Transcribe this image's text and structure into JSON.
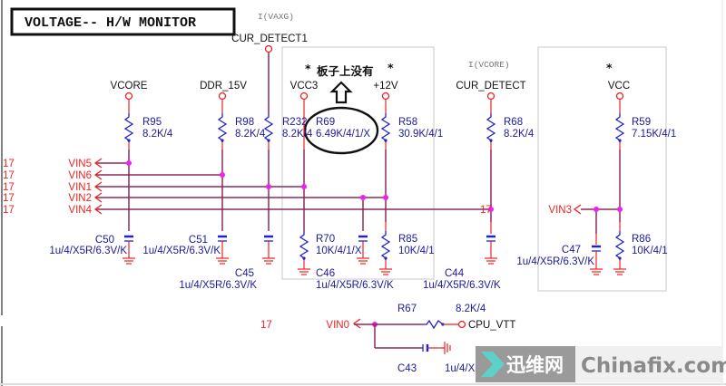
{
  "title": "VOLTAGE-- H/W MONITOR",
  "annotation": {
    "note_cn": "板子上没有",
    "star": "*"
  },
  "current_labels": {
    "vaxg": "I(VAXG)",
    "vcore": "I(VCORE)"
  },
  "power_nets": {
    "vcore": "VCORE",
    "ddr15v": "DDR_15V",
    "cur_detect1": "CUR_DETECT1",
    "vcc3": "VCC3",
    "p12v": "+12V",
    "cur_detect": "CUR_DETECT",
    "vcc": "VCC",
    "cpu_vtt": "CPU_VTT"
  },
  "resistors": {
    "r95": {
      "ref": "R95",
      "value": "8.2K/4"
    },
    "r98": {
      "ref": "R98",
      "value": "8.2K/4"
    },
    "r232": {
      "ref": "R232",
      "value": "8.2K/4"
    },
    "r69": {
      "ref": "R69",
      "value": "6.49K/4/1/X"
    },
    "r58": {
      "ref": "R58",
      "value": "30.9K/4/1"
    },
    "r68": {
      "ref": "R68",
      "value": "8.2K/4"
    },
    "r59": {
      "ref": "R59",
      "value": "7.15K/4/1"
    },
    "r70": {
      "ref": "R70",
      "value": "10K/4/1/X"
    },
    "r85": {
      "ref": "R85",
      "value": "10K/4/1"
    },
    "r86": {
      "ref": "R86",
      "value": "10K/4/1"
    },
    "r67": {
      "ref": "R67",
      "value": "8.2K/4"
    }
  },
  "capacitors": {
    "c50": {
      "ref": "C50",
      "value": "1u/4/X5R/6.3V/K"
    },
    "c51": {
      "ref": "C51",
      "value": "1u/4/X5R/6.3V/K"
    },
    "c45": {
      "ref": "C45",
      "value": "1u/4/X5R/6.3V/K"
    },
    "c46": {
      "ref": "C46",
      "value": "1u/4/X5R/6.3V/K"
    },
    "c44": {
      "ref": "C44",
      "value": "1u/4/X5R/6.3V/K"
    },
    "c47": {
      "ref": "C47",
      "value": "1u/4/X5R/6.3V/K"
    },
    "c43": {
      "ref": "C43",
      "value": "1u/4/X5R/6.3V/K"
    }
  },
  "vin_nets": [
    {
      "name": "VIN5",
      "page": "17"
    },
    {
      "name": "VIN6",
      "page": "17"
    },
    {
      "name": "VIN1",
      "page": "17"
    },
    {
      "name": "VIN2",
      "page": "17"
    },
    {
      "name": "VIN4",
      "page": "17"
    }
  ],
  "vin3": {
    "name": "VIN3"
  },
  "vin0": {
    "name": "VIN0",
    "page": "17"
  },
  "vin4_cross_page": "17",
  "colors": {
    "wire": "#8b2a5a",
    "pin_wire": "#ee2222",
    "junction": "#ee22ee",
    "component": "#2222cc",
    "net_label": "#ee2222"
  },
  "watermark": {
    "cn": "迅维网",
    "en": "Chinafix.com"
  }
}
